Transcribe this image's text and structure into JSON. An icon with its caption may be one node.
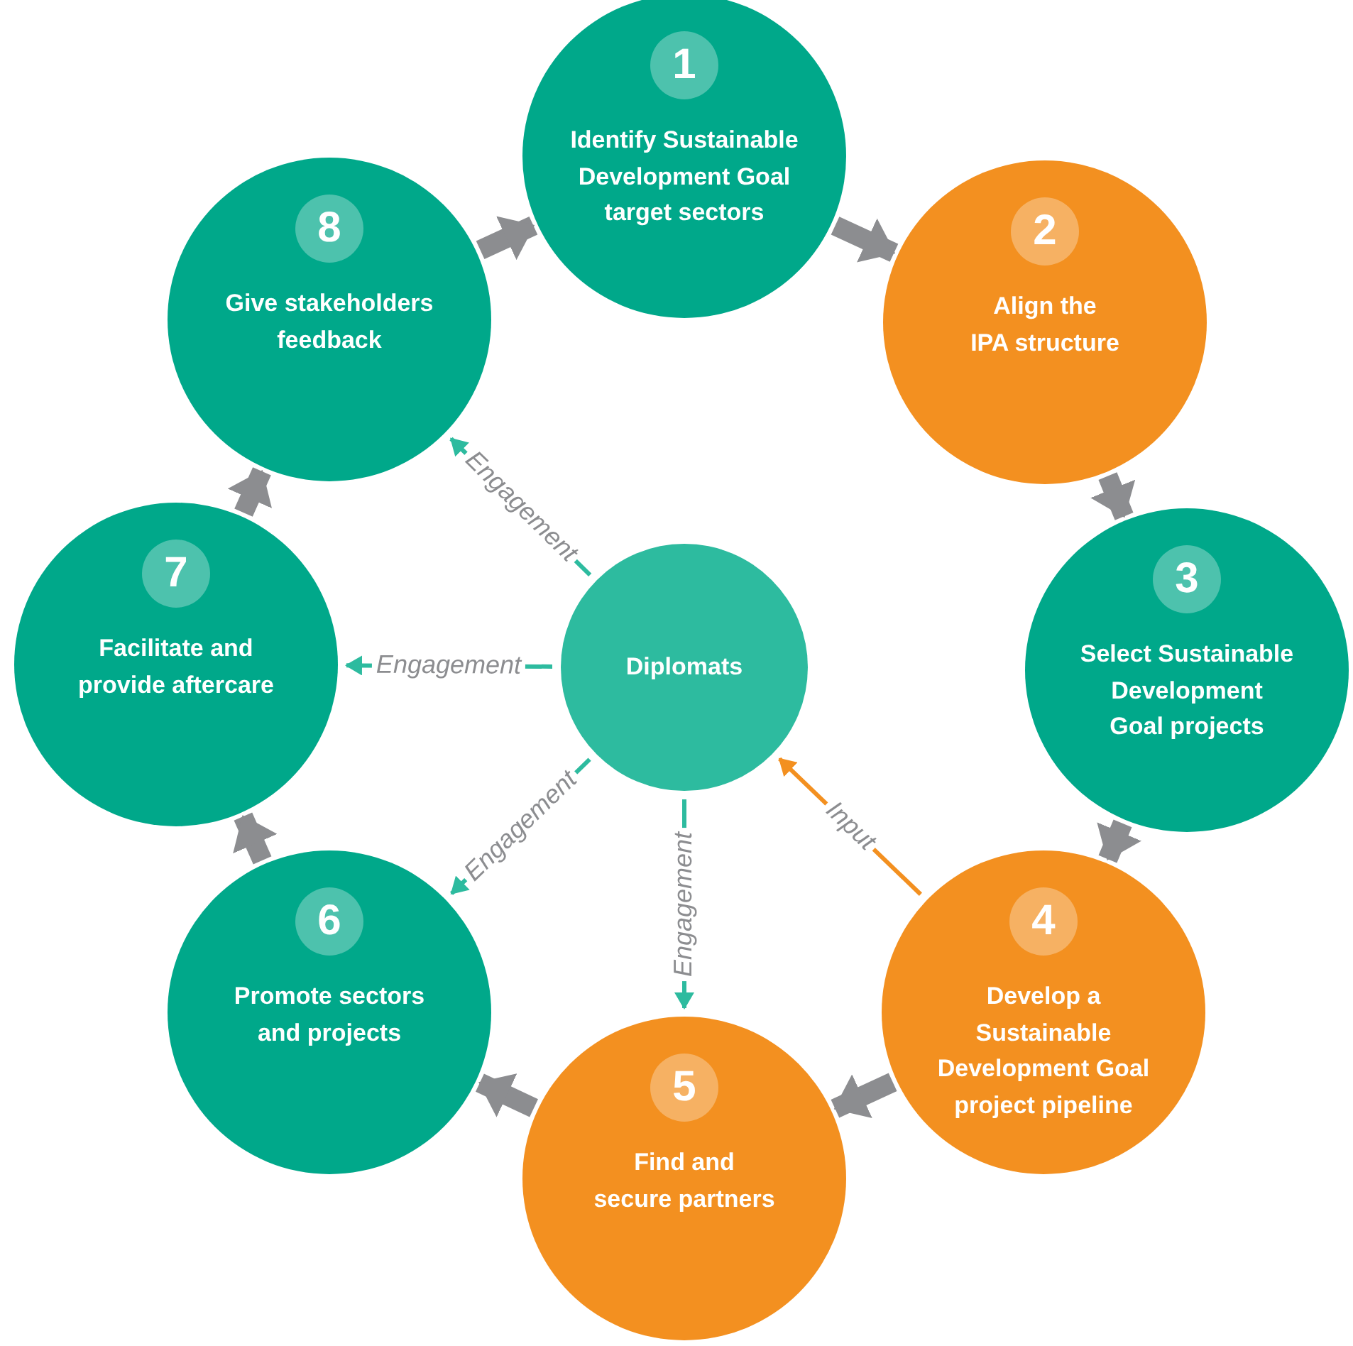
{
  "diagram": {
    "nodes": [
      {
        "text": [
          "1",
          "Identify Sustainable Development Goal target sectors"
        ]
      },
      {
        "text": [
          "2",
          "Align the IPA structure"
        ]
      },
      {
        "text": [
          "3",
          "Select Sustainable Development Goal projects"
        ]
      },
      {
        "text": [
          "4",
          "Develop a Sustainable Development Goal project pipeline"
        ]
      },
      {
        "text": [
          "5",
          "Find and secure partners"
        ]
      },
      {
        "text": [
          "6",
          "Promote sectors and projects"
        ]
      },
      {
        "text": [
          "7",
          "Facilitate and provide aftercare"
        ]
      },
      {
        "text": [
          "8",
          "Give stakeholders feedback"
        ]
      },
      {
        "text": [
          "Diplomats"
        ]
      }
    ],
    "edges": [
      {
        "from": 0,
        "to": 1,
        "arrow": "to"
      },
      {
        "from": 1,
        "to": 2,
        "arrow": "to"
      },
      {
        "from": 2,
        "to": 3,
        "arrow": "to"
      },
      {
        "from": 3,
        "to": 4,
        "arrow": "to"
      },
      {
        "from": 4,
        "to": 5,
        "arrow": "to"
      },
      {
        "from": 5,
        "to": 6,
        "arrow": "to"
      },
      {
        "from": 6,
        "to": 7,
        "arrow": "to"
      },
      {
        "from": 7,
        "to": 0,
        "arrow": "to"
      },
      {
        "from": 8,
        "to": 7,
        "arrow": "to",
        "label": "Engagement",
        "color": "#2dbb9f"
      },
      {
        "from": 8,
        "to": 6,
        "arrow": "to",
        "label": "Engagement",
        "color": "#2dbb9f"
      },
      {
        "from": 8,
        "to": 5,
        "arrow": "to",
        "label": "Engagement",
        "color": "#2dbb9f"
      },
      {
        "from": 8,
        "to": 4,
        "arrow": "to",
        "label": "Engagement",
        "color": "#2dbb9f"
      },
      {
        "from": 3,
        "to": 8,
        "arrow": "to",
        "label": "Input",
        "color": "#f39020"
      }
    ]
  }
}
